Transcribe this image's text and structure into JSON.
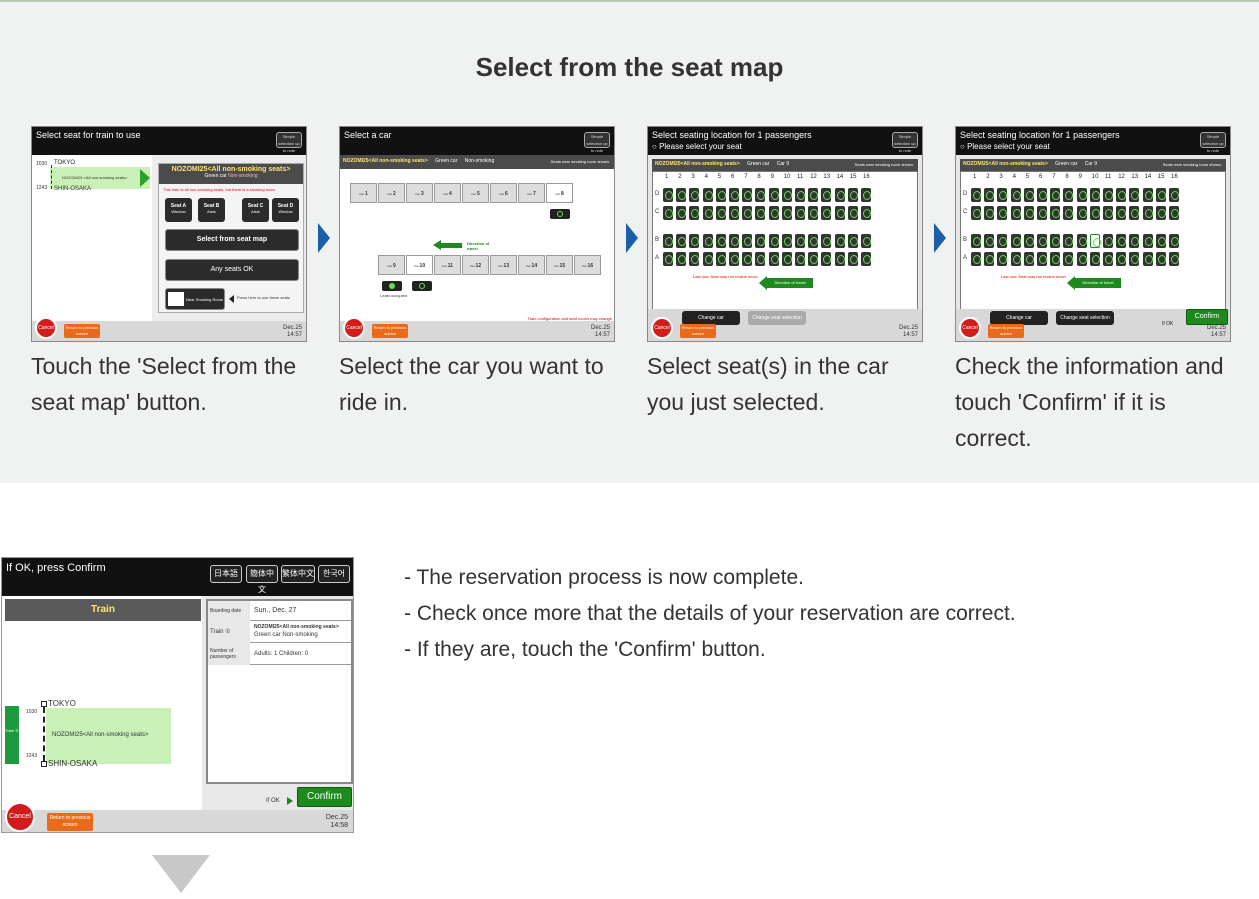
{
  "section": {
    "title": "Select from the seat map"
  },
  "steps": [
    {
      "caption": "Touch the 'Select from the seat map' button.",
      "screen": {
        "header": "Select seat for train to use",
        "corner_btn": "Simple selection up to note",
        "dep_time": "1030",
        "dep_station": "TOKYO",
        "arr_time": "1243",
        "arr_station": "SHIN-OSAKA",
        "train_short": "NOZOMI25 <All non-smoking seats>",
        "train_title": "NOZOMI25<All non-smoking seats>",
        "car_class": "Green car",
        "smoking_tag": "Non-smoking",
        "notice": "This train is all non-smoking seats, but there is a smoking room.",
        "seat_buttons": [
          {
            "label": "Seat A",
            "sub": "Window"
          },
          {
            "label": "Seat B",
            "sub": "Aisle"
          },
          {
            "label": "Seat C",
            "sub": "Aisle"
          },
          {
            "label": "Seat D",
            "sub": "Window"
          }
        ],
        "map_button": "Select from seat map",
        "any_button": "Any seats OK",
        "smoking_room_button": "Near Smoking Room",
        "press_hint": "Press here to use these seats",
        "cancel": "Cancel",
        "return": "Return to previous screen",
        "date": "Dec.25",
        "time": "14:57"
      }
    },
    {
      "caption": "Select the car you want to ride in.",
      "screen": {
        "header": "Select a car",
        "corner_btn": "Simple selection up to note",
        "bar_title": "NOZOMI25<All non-smoking seats>",
        "bar_class": "Green car",
        "bar_tag": "Non-smoking",
        "bar_note": "Seats near smoking room shown.",
        "cars_top": [
          "1",
          "2",
          "3",
          "4",
          "5",
          "6",
          "7",
          "8"
        ],
        "cars_bottom": [
          "9",
          "10",
          "11",
          "12",
          "13",
          "14",
          "15",
          "16"
        ],
        "car_prefix": "Car",
        "direction": "Direction of travel",
        "legend_occupied": "Least occupied",
        "legend_note": "Train configuration and seat rooms may change",
        "cancel": "Cancel",
        "return": "Return to previous screen",
        "date": "Dec.25",
        "time": "14:57"
      }
    },
    {
      "caption": "Select seat(s) in the car you just selected.",
      "screen": {
        "header": "Select seating location for 1 passengers",
        "sub": "Please select your seat",
        "corner_btn": "Simple selection up to note",
        "bar_title": "NOZOMI25<All non-smoking seats>",
        "bar_class": "Green car",
        "bar_car": "Car 9",
        "bar_note": "Seats near smoking room shown.",
        "rows": [
          "D",
          "C",
          "B",
          "A"
        ],
        "cols": [
          "1",
          "2",
          "3",
          "4",
          "5",
          "6",
          "7",
          "8",
          "9",
          "10",
          "11",
          "12",
          "13",
          "14",
          "15",
          "16"
        ],
        "warning": "Last row: Seat may not recline much",
        "direction": "Direction of travel",
        "change_car": "Change car",
        "change_seat": "Change seat selection",
        "cancel": "Cancel",
        "return": "Return to previous screen",
        "date": "Dec.25",
        "time": "14:57"
      }
    },
    {
      "caption": "Check the information and touch 'Confirm' if it is correct.",
      "screen": {
        "header": "Select seating location for 1 passengers",
        "sub": "Please select your seat",
        "corner_btn": "Simple selection up to note",
        "bar_title": "NOZOMI25<All non-smoking seats>",
        "bar_class": "Green car",
        "bar_car": "Car 9",
        "bar_note": "Seats near smoking room shown.",
        "rows": [
          "D",
          "C",
          "B",
          "A"
        ],
        "cols": [
          "1",
          "2",
          "3",
          "4",
          "5",
          "6",
          "7",
          "8",
          "9",
          "10",
          "11",
          "12",
          "13",
          "14",
          "15",
          "16"
        ],
        "warning": "Last row: Seat may not recline much",
        "direction": "Direction of travel",
        "change_car": "Change car",
        "change_seat": "Change seat selection",
        "if_ok": "If OK",
        "confirm": "Confirm",
        "cancel": "Cancel",
        "return": "Return to previous screen",
        "date": "Dec.25",
        "time": "14:57"
      }
    }
  ],
  "confirm_screen": {
    "header": "If OK, press Confirm",
    "languages": [
      "日本語",
      "簡体中文",
      "繁体中文",
      "한국어"
    ],
    "train_tab": "Train",
    "train_badge": "Train ①",
    "dep_time": "1030",
    "dep_station": "TOKYO",
    "arr_time": "1243",
    "arr_station": "SHIN-OSAKA",
    "train_name": "NOZOMI25<All non-smoking seats>",
    "boarding_label": "Boarding date",
    "boarding_value": "Sun., Dec. 27",
    "train_label": "Train ①",
    "train_value_1": "NOZOMI25<All non-smoking seats>",
    "train_value_2": "Green car   Non-smoking",
    "passengers_label": "Number of passengers",
    "passengers_value": "Adults: 1  Children: 0",
    "if_ok": "If OK",
    "confirm": "Confirm",
    "cancel": "Cancel",
    "return": "Return to previous screen",
    "date": "Dec.25",
    "time": "14:58"
  },
  "description": [
    "- The reservation process is now complete.",
    "- Check once more that the details of your reservation are correct.",
    "- If they are, touch the 'Confirm' button."
  ]
}
